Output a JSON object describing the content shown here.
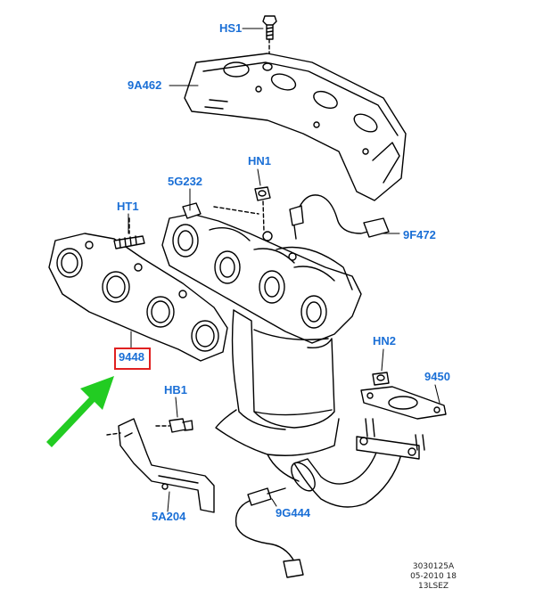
{
  "labels": {
    "hs1": "HS1",
    "a9a462": "9A462",
    "hn1": "HN1",
    "g5g232": "5G232",
    "ht1": "HT1",
    "f9f472": "9F472",
    "p9448": "9448",
    "hn2": "HN2",
    "p9450": "9450",
    "hb1": "HB1",
    "g9g444": "9G444",
    "a5a204": "5A204"
  },
  "footer": {
    "line1": "3030125A",
    "line2": "05-2010 18",
    "line3": "13LSEZ"
  },
  "colors": {
    "label": "#1a6fd6",
    "highlight": "#e02020",
    "arrow": "#22cc22",
    "linework": "#000000"
  },
  "highlighted_part": "9448"
}
